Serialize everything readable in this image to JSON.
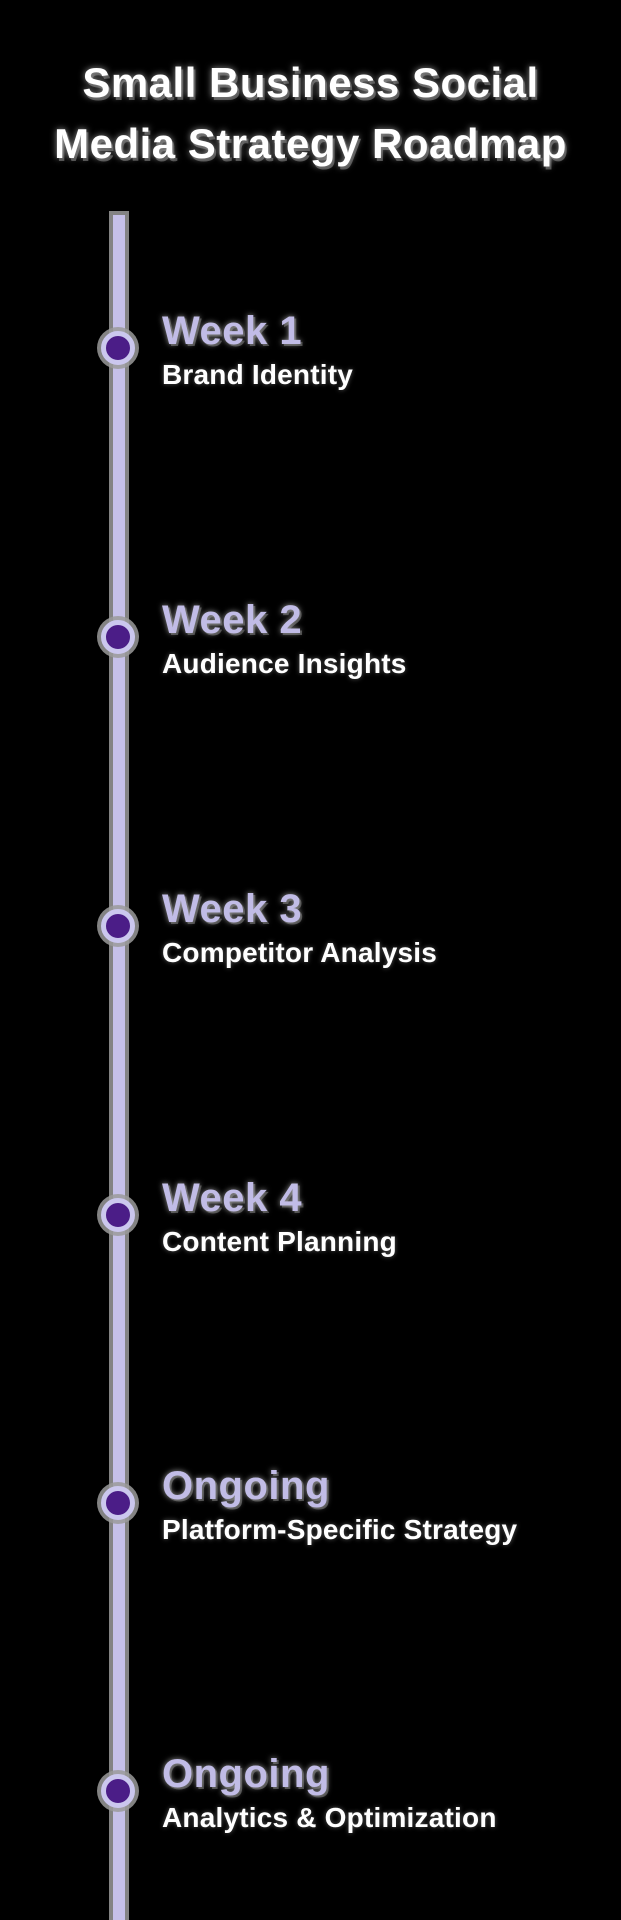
{
  "title": {
    "line1": "Small Business Social",
    "line2": "Media Strategy Roadmap"
  },
  "timeline": {
    "entries": [
      {
        "heading": "Week 1",
        "subtitle": "Brand Identity"
      },
      {
        "heading": "Week 2",
        "subtitle": "Audience Insights"
      },
      {
        "heading": "Week 3",
        "subtitle": "Competitor Analysis"
      },
      {
        "heading": "Week 4",
        "subtitle": "Content Planning"
      },
      {
        "heading": "Ongoing",
        "subtitle": "Platform-Specific Strategy"
      },
      {
        "heading": "Ongoing",
        "subtitle": "Analytics & Optimization"
      }
    ]
  },
  "colors": {
    "background": "#000000",
    "title_text": "#ffffff",
    "heading_lavender": "#c1bce6",
    "line_lavender": "#c5c0e8",
    "dot_ring_lavender": "#cbc7ee",
    "dot_purple": "#4b1d87",
    "glow_gray": "#9a9a9a"
  }
}
